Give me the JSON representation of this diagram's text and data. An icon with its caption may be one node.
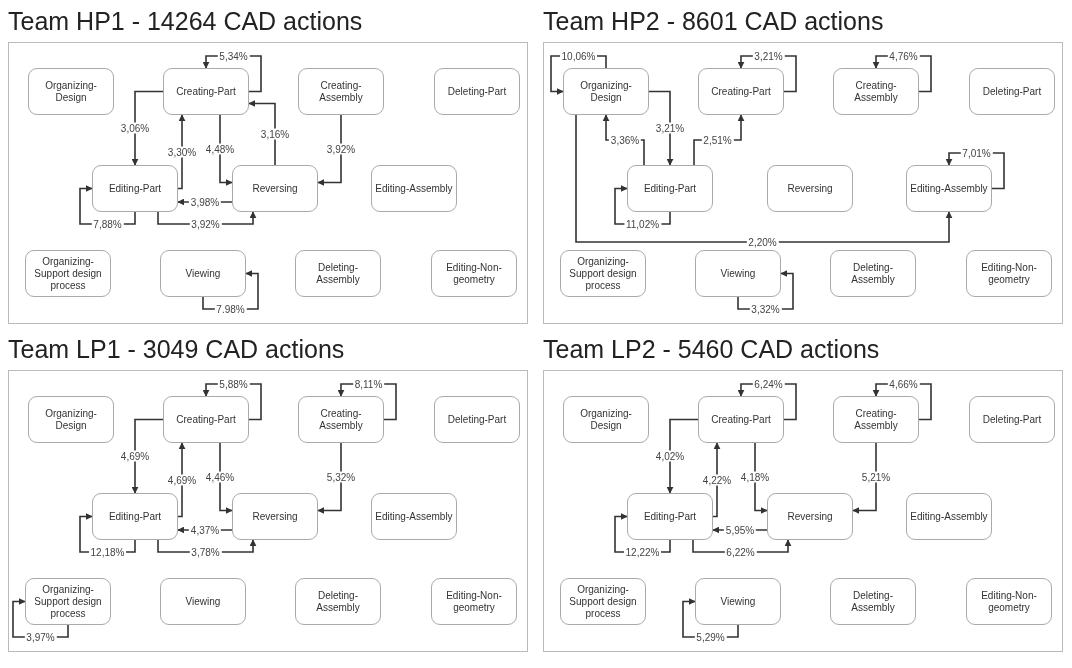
{
  "diagram": {
    "nodes": [
      {
        "text": [
          "Team HP1 - 14264 CAD actions"
        ]
      },
      {
        "text": [
          "Organizing-Design"
        ],
        "in": 0
      },
      {
        "text": [
          "Creating-Part"
        ],
        "in": 0
      },
      {
        "text": [
          "Creating-Assembly"
        ],
        "in": 0
      },
      {
        "text": [
          "Deleting-Part"
        ],
        "in": 0
      },
      {
        "text": [
          "Editing-Part"
        ],
        "in": 0
      },
      {
        "text": [
          "Reversing"
        ],
        "in": 0
      },
      {
        "text": [
          "Editing-Assembly"
        ],
        "in": 0
      },
      {
        "text": [
          "Organizing-Support design process"
        ],
        "in": 0
      },
      {
        "text": [
          "Viewing"
        ],
        "in": 0
      },
      {
        "text": [
          "Deleting-Assembly"
        ],
        "in": 0
      },
      {
        "text": [
          "Editing-Non-geometry"
        ],
        "in": 0
      },
      {
        "text": [
          "Team HP2 - 8601 CAD actions"
        ]
      },
      {
        "text": [
          "Organizing-Design"
        ],
        "in": 12
      },
      {
        "text": [
          "Creating-Part"
        ],
        "in": 12
      },
      {
        "text": [
          "Creating-Assembly"
        ],
        "in": 12
      },
      {
        "text": [
          "Deleting-Part"
        ],
        "in": 12
      },
      {
        "text": [
          "Editing-Part"
        ],
        "in": 12
      },
      {
        "text": [
          "Reversing"
        ],
        "in": 12
      },
      {
        "text": [
          "Editing-Assembly"
        ],
        "in": 12
      },
      {
        "text": [
          "Organizing-Support design process"
        ],
        "in": 12
      },
      {
        "text": [
          "Viewing"
        ],
        "in": 12
      },
      {
        "text": [
          "Deleting-Assembly"
        ],
        "in": 12
      },
      {
        "text": [
          "Editing-Non-geometry"
        ],
        "in": 12
      },
      {
        "text": [
          "Team LP1 - 3049 CAD actions"
        ]
      },
      {
        "text": [
          "Organizing-Design"
        ],
        "in": 24
      },
      {
        "text": [
          "Creating-Part"
        ],
        "in": 24
      },
      {
        "text": [
          "Creating-Assembly"
        ],
        "in": 24
      },
      {
        "text": [
          "Deleting-Part"
        ],
        "in": 24
      },
      {
        "text": [
          "Editing-Part"
        ],
        "in": 24
      },
      {
        "text": [
          "Reversing"
        ],
        "in": 24
      },
      {
        "text": [
          "Editing-Assembly"
        ],
        "in": 24
      },
      {
        "text": [
          "Organizing-Support design process"
        ],
        "in": 24
      },
      {
        "text": [
          "Viewing"
        ],
        "in": 24
      },
      {
        "text": [
          "Deleting-Assembly"
        ],
        "in": 24
      },
      {
        "text": [
          "Editing-Non-geometry"
        ],
        "in": 24
      },
      {
        "text": [
          "Team LP2 - 5460 CAD actions"
        ]
      },
      {
        "text": [
          "Organizing-Design"
        ],
        "in": 36
      },
      {
        "text": [
          "Creating-Part"
        ],
        "in": 36
      },
      {
        "text": [
          "Creating-Assembly"
        ],
        "in": 36
      },
      {
        "text": [
          "Deleting-Part"
        ],
        "in": 36
      },
      {
        "text": [
          "Editing-Part"
        ],
        "in": 36
      },
      {
        "text": [
          "Reversing"
        ],
        "in": 36
      },
      {
        "text": [
          "Editing-Assembly"
        ],
        "in": 36
      },
      {
        "text": [
          "Organizing-Support design process"
        ],
        "in": 36
      },
      {
        "text": [
          "Viewing"
        ],
        "in": 36
      },
      {
        "text": [
          "Deleting-Assembly"
        ],
        "in": 36
      },
      {
        "text": [
          "Editing-Non-geometry"
        ],
        "in": 36
      }
    ],
    "edges": [
      {
        "from": 2,
        "to": 2,
        "arrow": "to",
        "label": "5,34%"
      },
      {
        "from": 2,
        "to": 5,
        "arrow": "to",
        "label": "3,06%"
      },
      {
        "from": 5,
        "to": 2,
        "arrow": "to",
        "label": "3,30%"
      },
      {
        "from": 2,
        "to": 6,
        "arrow": "to",
        "label": "4,48%"
      },
      {
        "from": 6,
        "to": 2,
        "arrow": "to",
        "label": "3,16%"
      },
      {
        "from": 3,
        "to": 6,
        "arrow": "to",
        "label": "3,92%"
      },
      {
        "from": 6,
        "to": 5,
        "arrow": "to",
        "label": "3,98%"
      },
      {
        "from": 5,
        "to": 5,
        "arrow": "to",
        "label": "7,88%"
      },
      {
        "from": 5,
        "to": 6,
        "arrow": "to",
        "label": "3,92%"
      },
      {
        "from": 9,
        "to": 9,
        "arrow": "to",
        "label": "7.98%"
      },
      {
        "from": 13,
        "to": 13,
        "arrow": "to",
        "label": "10,06%"
      },
      {
        "from": 14,
        "to": 14,
        "arrow": "to",
        "label": "3,21%"
      },
      {
        "from": 15,
        "to": 15,
        "arrow": "to",
        "label": "4,76%"
      },
      {
        "from": 13,
        "to": 17,
        "arrow": "to",
        "label": "3,21%"
      },
      {
        "from": 17,
        "to": 13,
        "arrow": "to",
        "label": "3,36%"
      },
      {
        "from": 17,
        "to": 14,
        "arrow": "to",
        "label": "2,51%"
      },
      {
        "from": 19,
        "to": 19,
        "arrow": "to",
        "label": "7,01%"
      },
      {
        "from": 17,
        "to": 17,
        "arrow": "to",
        "label": "11,02%"
      },
      {
        "from": 13,
        "to": 19,
        "arrow": "to",
        "label": "2,20%"
      },
      {
        "from": 21,
        "to": 21,
        "arrow": "to",
        "label": "3,32%"
      },
      {
        "from": 26,
        "to": 26,
        "arrow": "to",
        "label": "5,88%"
      },
      {
        "from": 27,
        "to": 27,
        "arrow": "to",
        "label": "8,11%"
      },
      {
        "from": 26,
        "to": 29,
        "arrow": "to",
        "label": "4,69%"
      },
      {
        "from": 29,
        "to": 26,
        "arrow": "to",
        "label": "4,69%"
      },
      {
        "from": 26,
        "to": 30,
        "arrow": "to",
        "label": "4,46%"
      },
      {
        "from": 27,
        "to": 30,
        "arrow": "to",
        "label": "5,32%"
      },
      {
        "from": 30,
        "to": 29,
        "arrow": "to",
        "label": "4,37%"
      },
      {
        "from": 29,
        "to": 29,
        "arrow": "to",
        "label": "12,18%"
      },
      {
        "from": 29,
        "to": 30,
        "arrow": "to",
        "label": "3,78%"
      },
      {
        "from": 32,
        "to": 32,
        "arrow": "to",
        "label": "3,97%"
      },
      {
        "from": 38,
        "to": 38,
        "arrow": "to",
        "label": "6,24%"
      },
      {
        "from": 39,
        "to": 39,
        "arrow": "to",
        "label": "4,66%"
      },
      {
        "from": 38,
        "to": 41,
        "arrow": "to",
        "label": "4,02%"
      },
      {
        "from": 41,
        "to": 38,
        "arrow": "to",
        "label": "4,22%"
      },
      {
        "from": 38,
        "to": 42,
        "arrow": "to",
        "label": "4,18%"
      },
      {
        "from": 39,
        "to": 42,
        "arrow": "to",
        "label": "5,21%"
      },
      {
        "from": 42,
        "to": 41,
        "arrow": "to",
        "label": "5,95%"
      },
      {
        "from": 41,
        "to": 41,
        "arrow": "to",
        "label": "12,22%"
      },
      {
        "from": 41,
        "to": 42,
        "arrow": "to",
        "label": "6,22%"
      },
      {
        "from": 45,
        "to": 45,
        "arrow": "to",
        "label": "5,29%"
      }
    ]
  }
}
